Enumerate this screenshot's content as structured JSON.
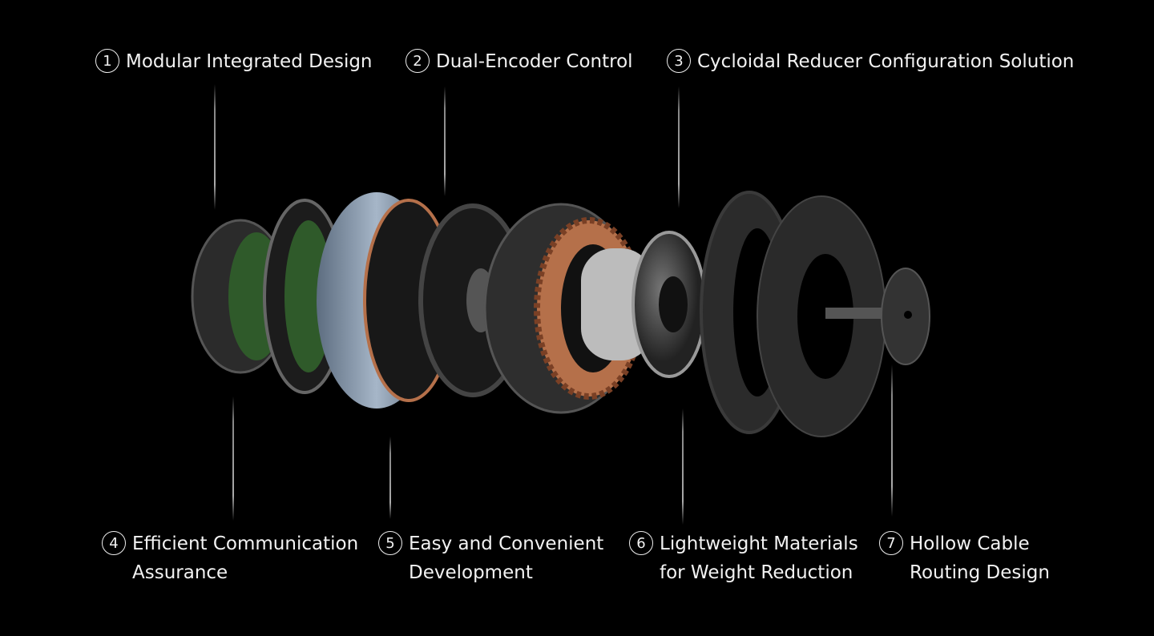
{
  "features_top": [
    {
      "number": "1",
      "lines": [
        "Modular Integrated Design"
      ]
    },
    {
      "number": "2",
      "lines": [
        "Dual-Encoder Control"
      ]
    },
    {
      "number": "3",
      "lines": [
        "Cycloidal Reducer Configuration Solution"
      ]
    }
  ],
  "features_bottom": [
    {
      "number": "4",
      "lines": [
        "Efficient Communication",
        "Assurance"
      ]
    },
    {
      "number": "5",
      "lines": [
        "Easy and Convenient",
        "Development"
      ]
    },
    {
      "number": "6",
      "lines": [
        "Lightweight Materials",
        "for Weight Reduction"
      ]
    },
    {
      "number": "7",
      "lines": [
        "Hollow Cable",
        "Routing Design"
      ]
    }
  ],
  "colors": {
    "background": "#000000",
    "text": "#f2f2f2",
    "housing_blue": "#8a9cb0",
    "copper": "#b5704a",
    "pcb_green": "#2f5a2a"
  }
}
